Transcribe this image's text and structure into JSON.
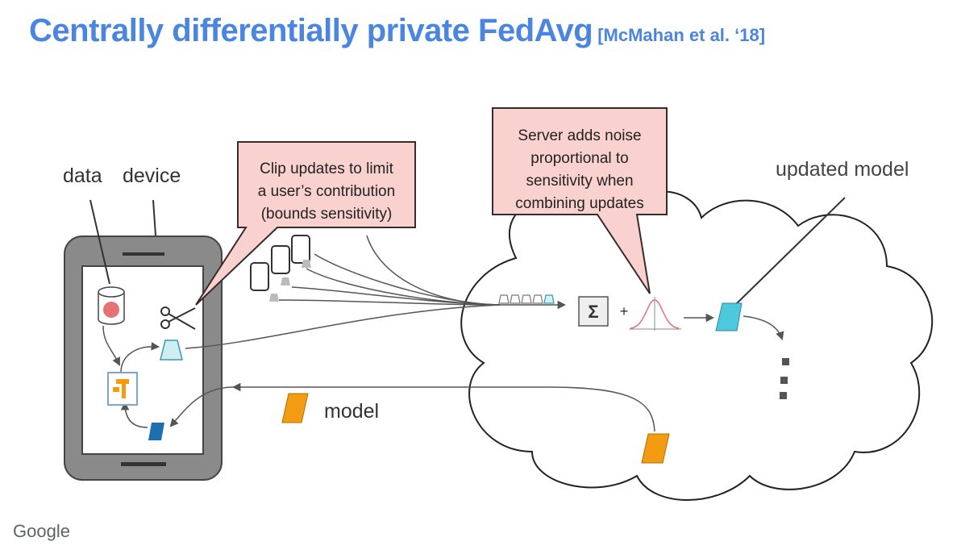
{
  "title": "Centrally differentially private FedAvg",
  "citation": "[McMahan et al. ‘18]",
  "labels": {
    "data": "data",
    "device": "device",
    "model": "model",
    "updated_model": "updated model"
  },
  "callouts": {
    "clip": [
      "Clip updates to limit",
      "a user’s contribution",
      "(bounds sensitivity)"
    ],
    "noise": [
      "Server adds noise",
      "proportional to",
      "sensitivity when",
      "combining updates"
    ]
  },
  "symbols": {
    "sum": "Σ",
    "plus": "+"
  },
  "colors": {
    "title": "#4a86e0",
    "callout_fill": "#f9d2d0",
    "callout_stroke": "#3a2a2a",
    "phone_body": "#8a8a8a",
    "data_cylinder": "#e57373",
    "update_cyan": "#4dc8dc",
    "model_orange": "#f39c12",
    "model_blue": "#1e6fb0"
  },
  "footer": "Google"
}
